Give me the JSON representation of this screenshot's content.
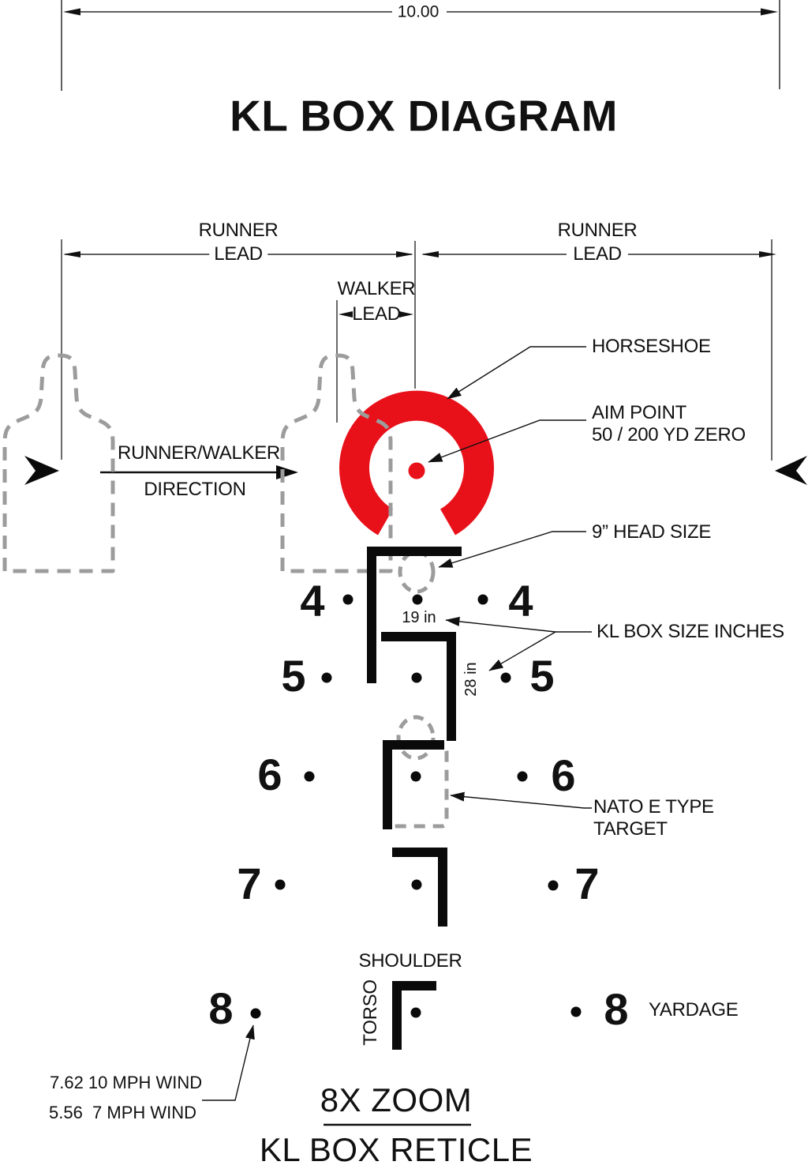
{
  "diagram": {
    "title": "KL BOX DIAGRAM",
    "top_dimension": "10.00",
    "runner_lead_left": {
      "line1": "RUNNER",
      "line2": "LEAD"
    },
    "runner_lead_right": {
      "line1": "RUNNER",
      "line2": "LEAD"
    },
    "walker_lead": {
      "line1": "WALKER",
      "line2": "LEAD"
    },
    "direction": {
      "line1": "RUNNER/WALKER",
      "line2": "DIRECTION"
    },
    "labels": {
      "horseshoe": "HORSESHOE",
      "aim_point_line1": "AIM POINT",
      "aim_point_line2": "50 / 200 YD ZERO",
      "head_size": "9” HEAD SIZE",
      "kl_box_size": "KL BOX SIZE INCHES",
      "nato_line1": "NATO E TYPE",
      "nato_line2": "TARGET",
      "shoulder": "SHOULDER",
      "torso": "TORSO",
      "yardage": "YARDAGE",
      "wind_line1": "7.62 10 MPH WIND",
      "wind_line2": "5.56  7 MPH WIND",
      "box_height_4": "19 in",
      "box_height_5": "28 in"
    },
    "rows": [
      {
        "value": "4"
      },
      {
        "value": "5"
      },
      {
        "value": "6"
      },
      {
        "value": "7"
      },
      {
        "value": "8"
      }
    ],
    "footer": {
      "line1": "8X ZOOM",
      "line2": "KL BOX RETICLE"
    },
    "colors": {
      "horseshoe_red": "#e8111a",
      "dashed_gray": "#9c9c9c",
      "ink": "#111111"
    }
  }
}
